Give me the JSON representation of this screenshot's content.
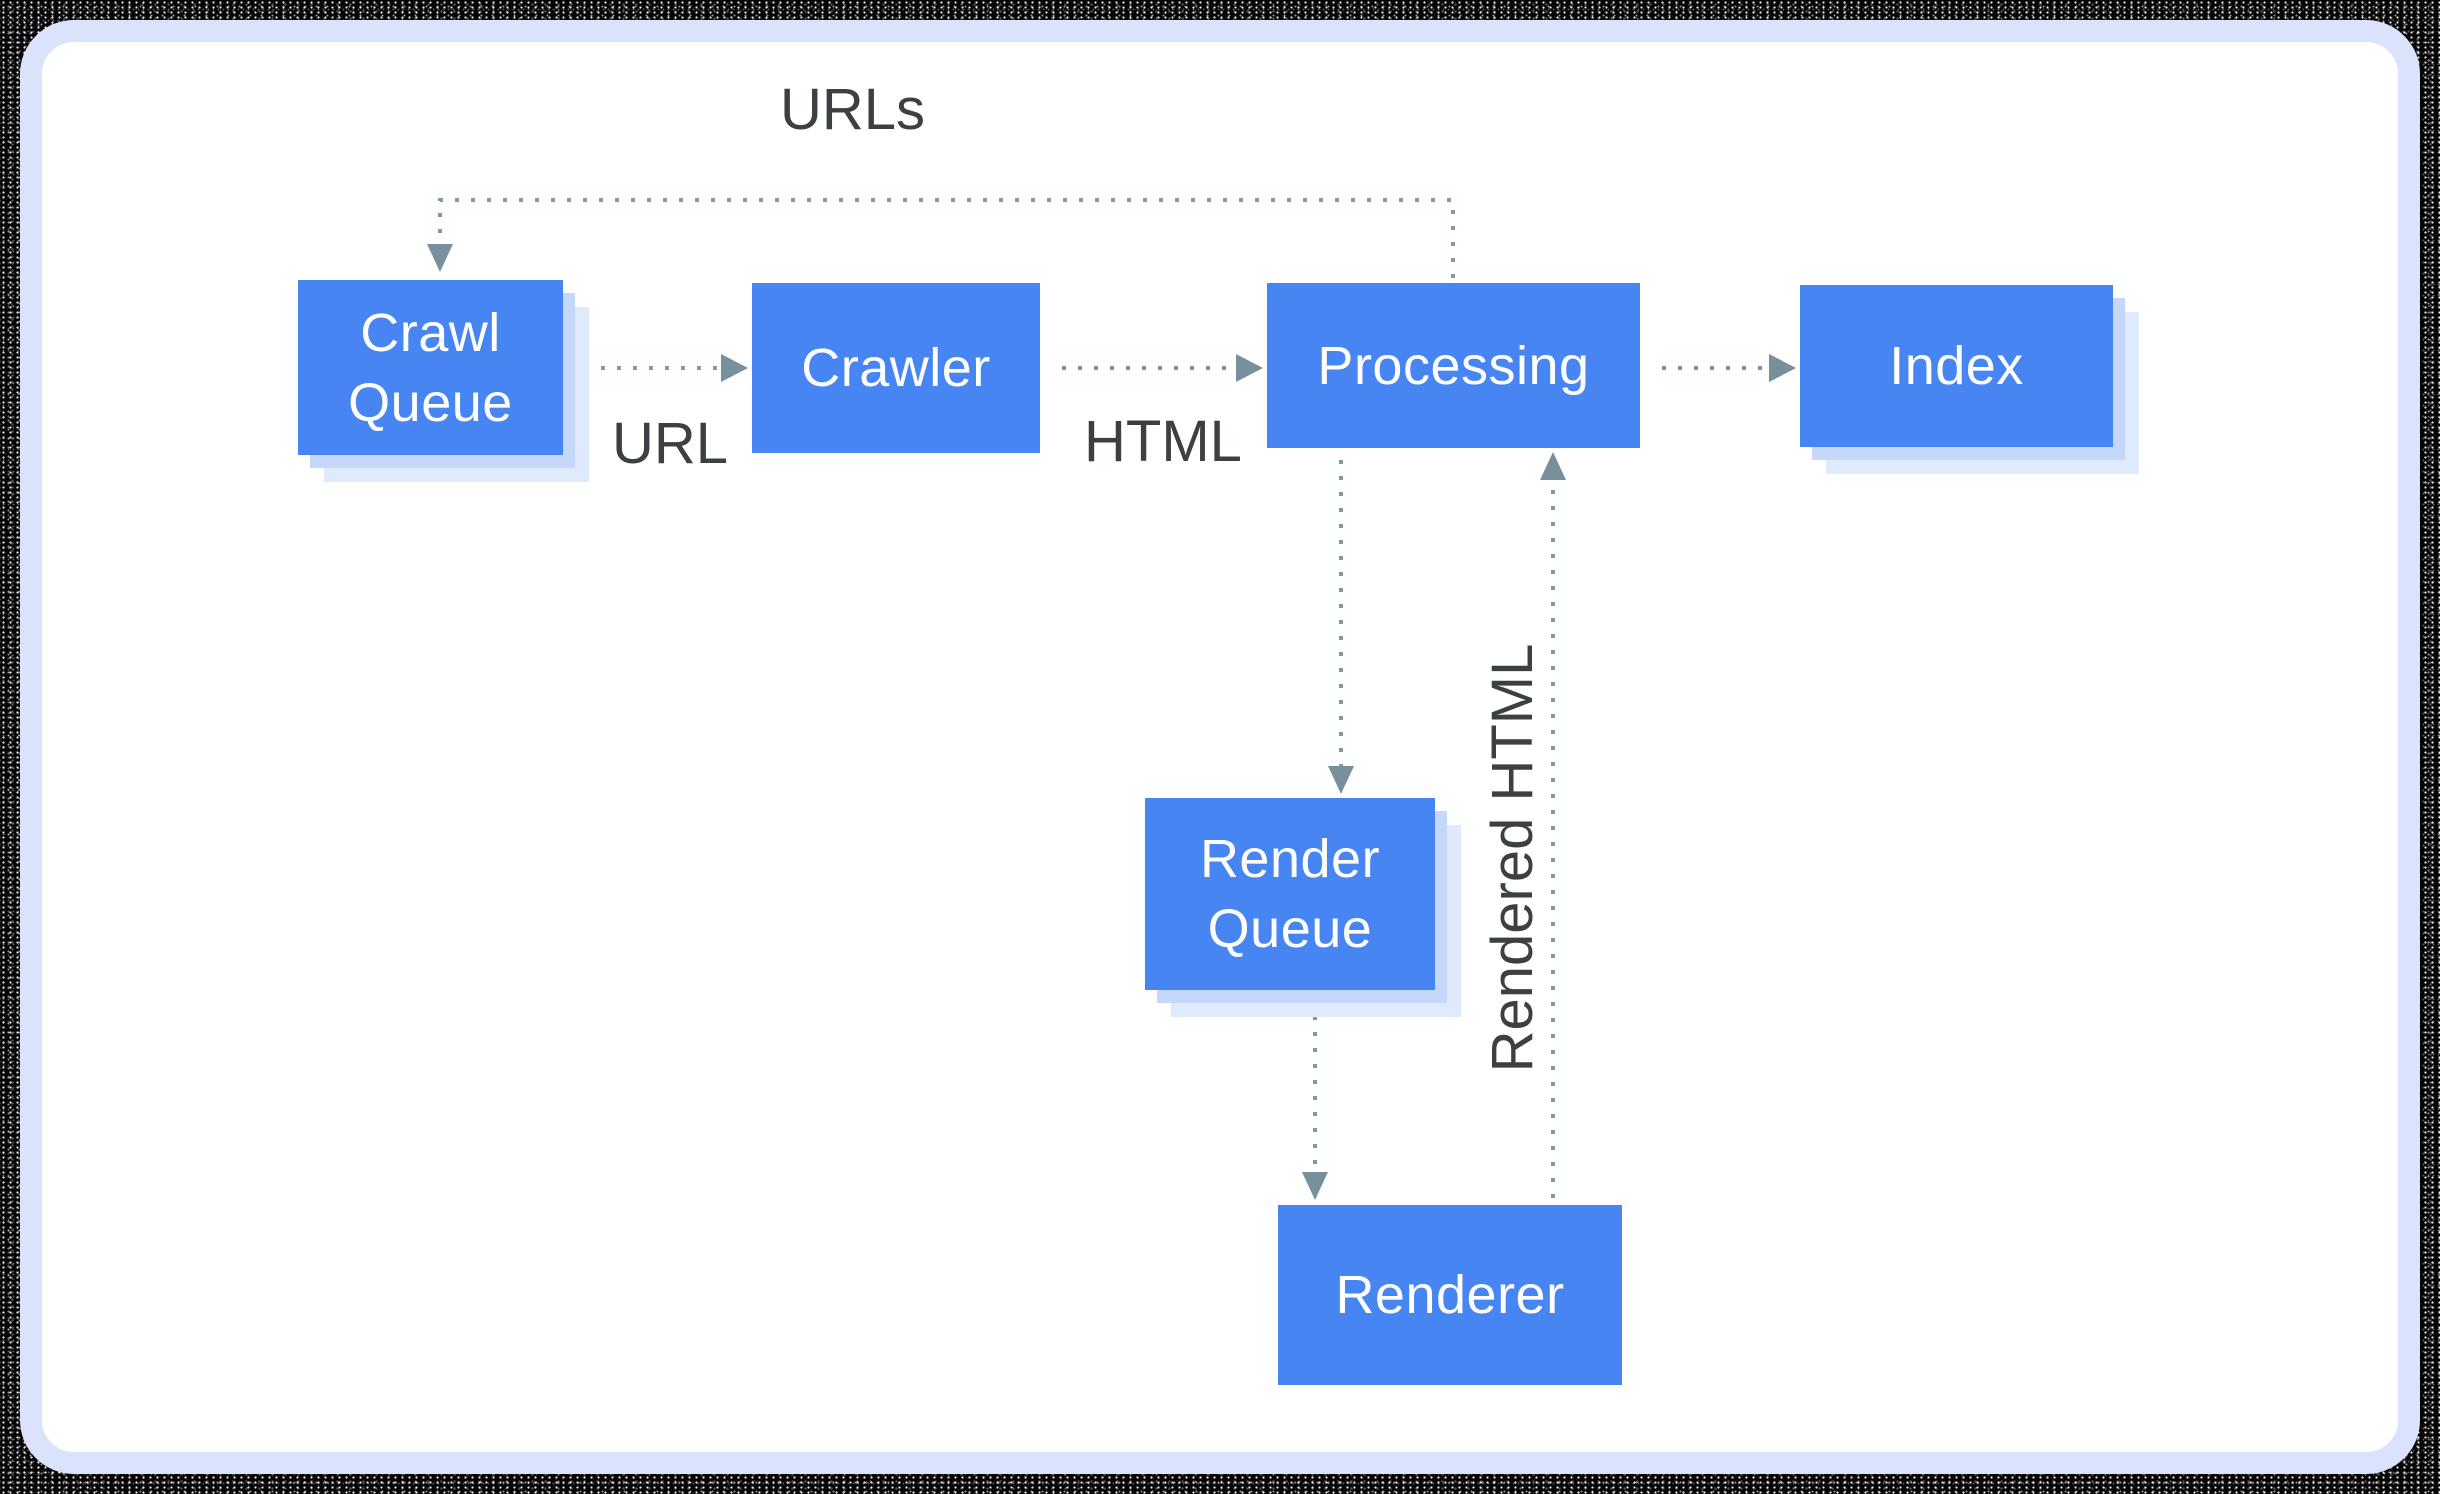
{
  "diagram": {
    "nodes": {
      "crawl_queue": {
        "label": "Crawl\nQueue"
      },
      "crawler": {
        "label": "Crawler"
      },
      "processing": {
        "label": "Processing"
      },
      "index": {
        "label": "Index"
      },
      "render_queue": {
        "label": "Render\nQueue"
      },
      "renderer": {
        "label": "Renderer"
      }
    },
    "edge_labels": {
      "urls": "URLs",
      "url": "URL",
      "html": "HTML",
      "rendered_html": "Rendered HTML"
    },
    "colors": {
      "node_fill": "#4685f2",
      "node_text": "#ffffff",
      "node_shadow_inner": "#c6d8f9",
      "node_shadow_outer": "#e0eafd",
      "connector_dots": "#8099a8",
      "arrowhead": "#78909c",
      "annotation_text": "#3c4043",
      "card_background": "#ffffff",
      "card_border": "#dbe2fc",
      "outer_border": "#060606"
    }
  }
}
